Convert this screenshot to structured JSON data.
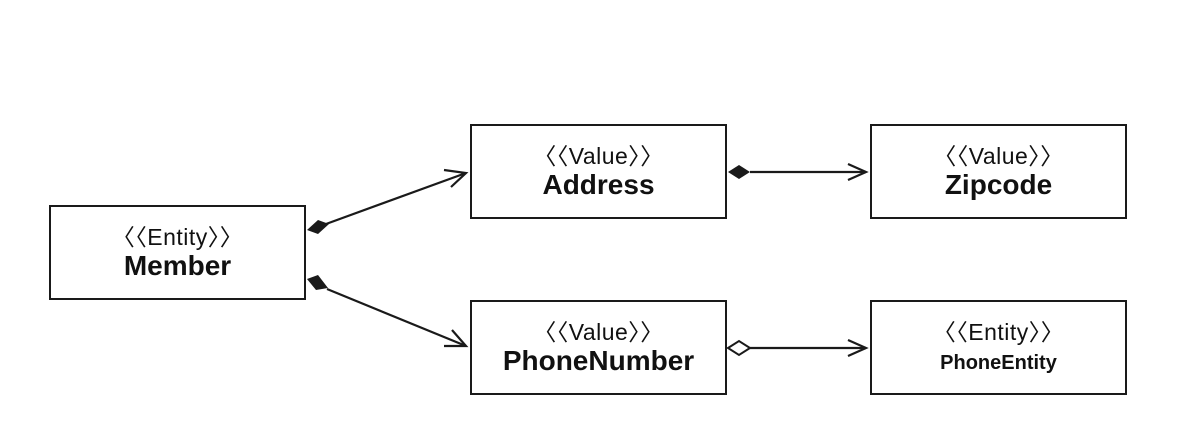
{
  "nodes": {
    "member": {
      "stereotype": "〈〈Entity〉〉",
      "name": "Member"
    },
    "address": {
      "stereotype": "〈〈Value〉〉",
      "name": "Address"
    },
    "phone_number": {
      "stereotype": "〈〈Value〉〉",
      "name": "PhoneNumber"
    },
    "zipcode": {
      "stereotype": "〈〈Value〉〉",
      "name": "Zipcode"
    },
    "phone_entity": {
      "stereotype": "〈〈Entity〉〉",
      "name": "PhoneEntity"
    }
  },
  "edges": [
    {
      "from": "Member",
      "to": "Address",
      "kind": "composition"
    },
    {
      "from": "Member",
      "to": "PhoneNumber",
      "kind": "composition"
    },
    {
      "from": "Address",
      "to": "Zipcode",
      "kind": "composition"
    },
    {
      "from": "PhoneNumber",
      "to": "PhoneEntity",
      "kind": "aggregation"
    }
  ],
  "colors": {
    "stroke": "#1a1a1a",
    "background": "#ffffff"
  }
}
